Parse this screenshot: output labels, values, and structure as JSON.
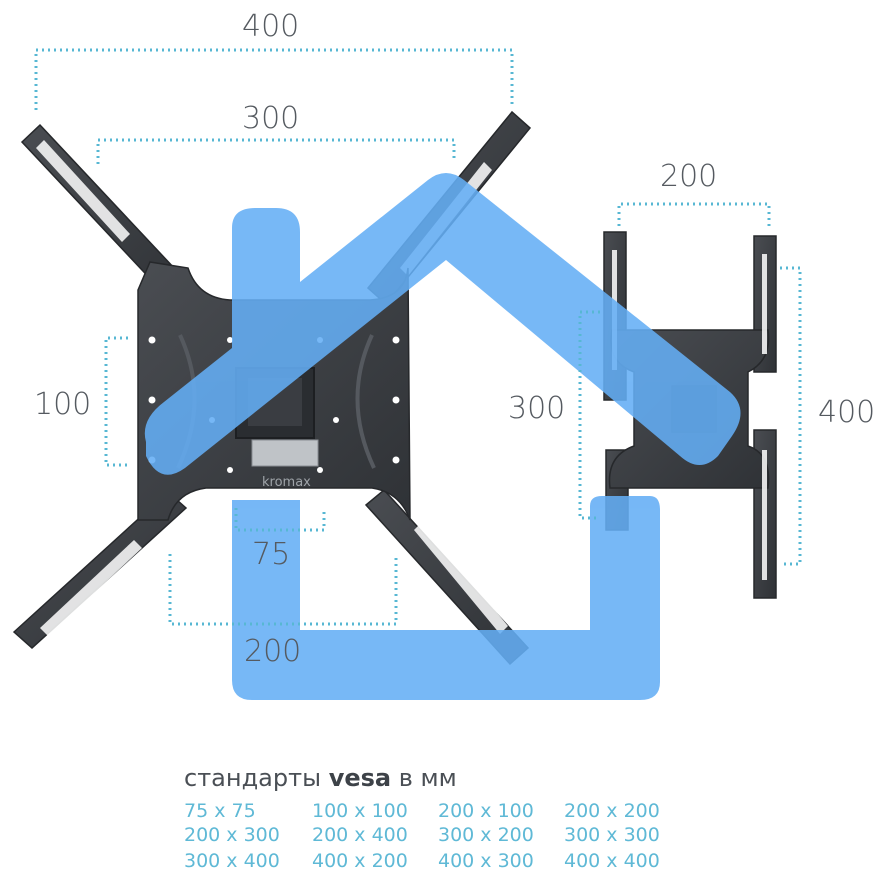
{
  "dimensions": {
    "large_outer_width": "400",
    "large_inner_width": "300",
    "large_height": "100",
    "large_bottom_small": "75",
    "large_bottom_wide": "200",
    "small_width": "200",
    "small_height_inner": "300",
    "small_height_outer": "400"
  },
  "plate_label": "kromax",
  "legend": {
    "heading_prefix": "стандарты",
    "heading_bold": "vesa",
    "heading_suffix": "в мм",
    "sizes": [
      "75 x 75",
      "100 x 100",
      "200 x 100",
      "200 x 200",
      "200 x 300",
      "200 x 400",
      "300 x 200",
      "300 x 300",
      "300 x 400",
      "400 x 200",
      "400 x 300",
      "400 x 400"
    ]
  },
  "colors": {
    "accent_blue": "#64aef5",
    "dotted_line": "#57b7d3",
    "metal": "#3a3d42",
    "dimension_text": "#555a60"
  }
}
